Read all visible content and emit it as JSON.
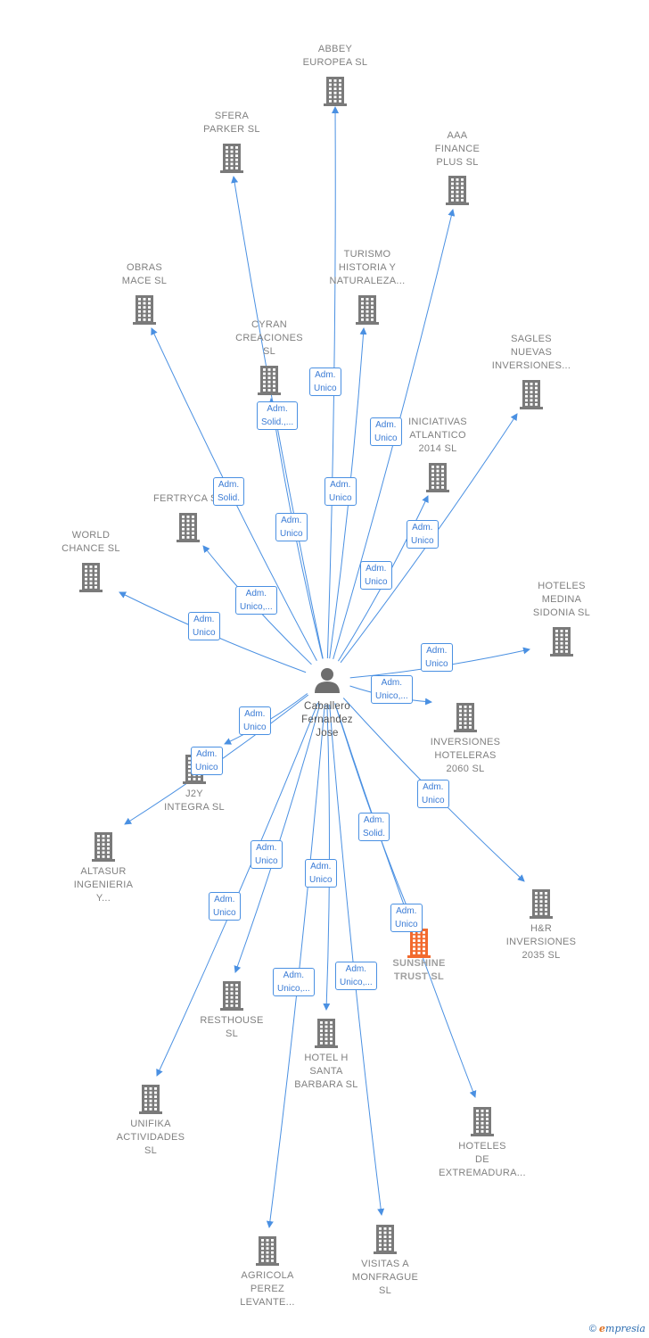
{
  "person": {
    "name": "Caballero\nFernandez\nJose"
  },
  "companies": [
    {
      "id": "abbey",
      "name": "ABBEY\nEUROPEA  SL"
    },
    {
      "id": "sfera",
      "name": "SFERA\nPARKER  SL"
    },
    {
      "id": "aaa",
      "name": "AAA\nFINANCE\nPLUS  SL"
    },
    {
      "id": "turismo",
      "name": "TURISMO\nHISTORIA Y\nNATURALEZA..."
    },
    {
      "id": "obras",
      "name": "OBRAS\nMACE SL"
    },
    {
      "id": "cyran",
      "name": "CYRAN\nCREACIONES\nSL"
    },
    {
      "id": "sagles",
      "name": "SAGLES\nNUEVAS\nINVERSIONES..."
    },
    {
      "id": "iniciativas",
      "name": "INICIATIVAS\nATLANTICO\n2014  SL"
    },
    {
      "id": "fertryca",
      "name": "FERTRYCA  SL"
    },
    {
      "id": "world",
      "name": "WORLD\nCHANCE  SL"
    },
    {
      "id": "hoteles_medina",
      "name": "HOTELES\nMEDINA\nSIDONIA  SL"
    },
    {
      "id": "inv_hoteleras",
      "name": "INVERSIONES\nHOTELERAS\n2060  SL"
    },
    {
      "id": "j2y",
      "name": "J2Y\nINTEGRA SL"
    },
    {
      "id": "altasur",
      "name": "ALTASUR\nINGENIERIA\nY..."
    },
    {
      "id": "hr",
      "name": "H&R\nINVERSIONES\n2035  SL"
    },
    {
      "id": "sunshine",
      "name": "SUNSHINE\nTRUST  SL",
      "focus": true
    },
    {
      "id": "resthouse",
      "name": "RESTHOUSE\nSL"
    },
    {
      "id": "hotel_h",
      "name": "HOTEL H\nSANTA\nBARBARA  SL"
    },
    {
      "id": "unifika",
      "name": "UNIFIKA\nACTIVIDADES\nSL"
    },
    {
      "id": "hoteles_ext",
      "name": "HOTELES\nDE\nEXTREMADURA..."
    },
    {
      "id": "agricola",
      "name": "AGRICOLA\nPEREZ\nLEVANTE..."
    },
    {
      "id": "visitas",
      "name": "VISITAS A\nMONFRAGUE\nSL"
    }
  ],
  "relations": [
    {
      "to": "abbey",
      "label": "Adm.\nUnico"
    },
    {
      "to": "sfera",
      "label": "Adm.\nSolid.,..."
    },
    {
      "to": "aaa",
      "label": "Adm.\nUnico"
    },
    {
      "to": "turismo",
      "label": "Adm.\nUnico"
    },
    {
      "to": "obras",
      "label": "Adm.\nSolid."
    },
    {
      "to": "cyran",
      "label": "Adm.\nUnico"
    },
    {
      "to": "sagles",
      "label": "Adm.\nUnico"
    },
    {
      "to": "iniciativas",
      "label": "Adm.\nUnico"
    },
    {
      "to": "fertryca",
      "label": "Adm.\nUnico,..."
    },
    {
      "to": "world",
      "label": "Adm.\nUnico"
    },
    {
      "to": "hoteles_medina",
      "label": "Adm.\nUnico"
    },
    {
      "to": "inv_hoteleras",
      "label": "Adm.\nUnico,..."
    },
    {
      "to": "j2y",
      "label": "Adm.\nUnico"
    },
    {
      "to": "altasur",
      "label": "Adm.\nUnico"
    },
    {
      "to": "hr",
      "label": "Adm.\nUnico"
    },
    {
      "to": "sunshine",
      "label": "Adm.\nSolid."
    },
    {
      "to": "hoteles_ext",
      "label": "Adm.\nUnico"
    },
    {
      "to": "resthouse",
      "label": "Adm.\nUnico"
    },
    {
      "to": "hotel_h",
      "label": "Adm.\nUnico"
    },
    {
      "to": "unifika",
      "label": "Adm.\nUnico"
    },
    {
      "to": "agricola",
      "label": "Adm.\nUnico,..."
    },
    {
      "to": "visitas",
      "label": "Adm.\nUnico,..."
    }
  ],
  "colors": {
    "edge": "#4a90e2",
    "building": "#7a7a7a",
    "focus": "#f26a2e",
    "person": "#6e6e6e"
  },
  "footer": {
    "copyright": "©",
    "brand_initial": "e",
    "brand_rest": "mpresia"
  }
}
